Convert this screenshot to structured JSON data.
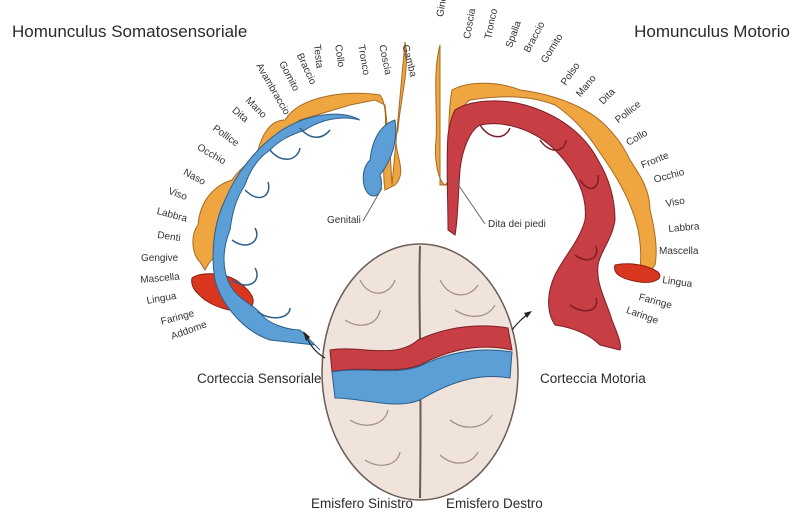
{
  "titles": {
    "left": "Homunculus Somatosensoriale",
    "right": "Homunculus Motorio"
  },
  "captions": {
    "sensory_cortex": "Corteccia Sensoriale",
    "motor_cortex": "Corteccia Motoria",
    "left_hemisphere": "Emisfero Sinistro",
    "right_hemisphere": "Emisfero Destro"
  },
  "sensory_labels": [
    "Gamba",
    "Coscia",
    "Tronco",
    "Collo",
    "Testa",
    "Braccio",
    "Gomito",
    "Avambraccio",
    "Mano",
    "Dita",
    "Pollice",
    "Occhio",
    "Naso",
    "Viso",
    "Labbra",
    "Denti",
    "Gengive",
    "Mascella",
    "Lingua",
    "Faringe",
    "Addome"
  ],
  "sensory_callout": "Genitali",
  "motor_labels": [
    "Ginocchio",
    "Coscia",
    "Tronco",
    "Spalla",
    "Braccio",
    "Gomito",
    "Polso",
    "Mano",
    "Dita",
    "Pollice",
    "Collo",
    "Fronte",
    "Occhio",
    "Viso",
    "Labbra",
    "Mascella",
    "Lingua",
    "Faringe",
    "Laringe"
  ],
  "motor_callout": "Dita dei piedi",
  "colors": {
    "sensory_cortex": "#5b9fd6",
    "motor_cortex": "#c83e45",
    "homunculus_body": "#f0a640",
    "tongue": "#d8361f",
    "brain": "#efe3dc"
  }
}
